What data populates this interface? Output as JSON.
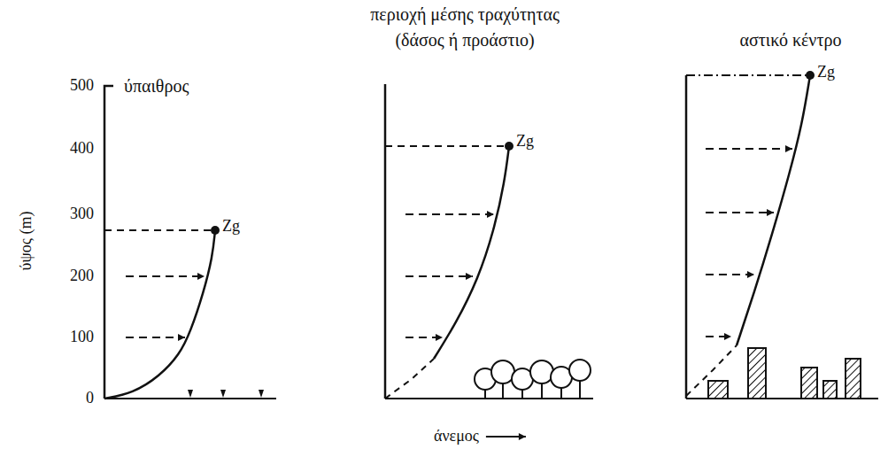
{
  "diagram": {
    "labels": [
      "ύπαιθρος",
      "περιοχή μέσης τραχύτητας",
      "(δάσος ή προάστιο)",
      "αστικό κέντρο",
      "500",
      "400",
      "300",
      "200",
      "100",
      "0",
      "ύψος (m)",
      "Zg",
      "Zg",
      "Zg",
      "άνεμος"
    ]
  }
}
